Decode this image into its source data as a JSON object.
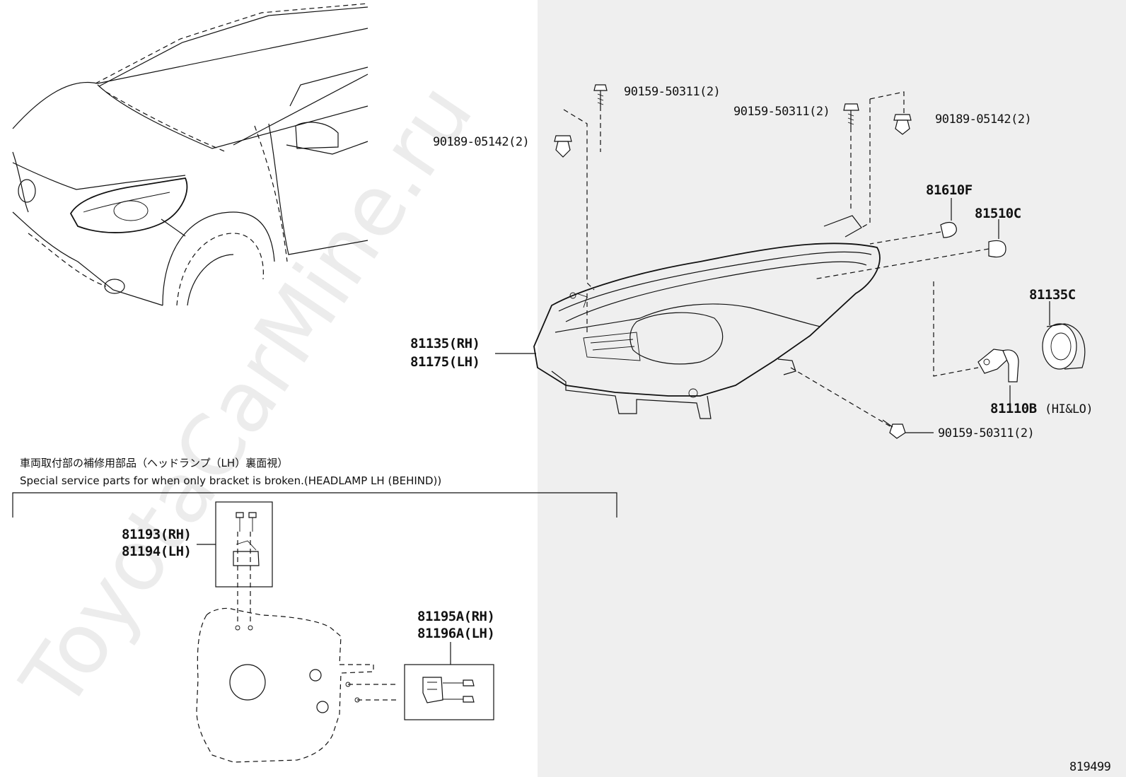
{
  "watermark": "ToyotaCarMine.ru",
  "diagram_id": "819499",
  "note": {
    "japanese": "車両取付部の補修用部品（ヘッドランプ（LH）裏面視）",
    "english": "Special service parts for when only bracket is broken.(HEADLAMP LH (BEHIND))"
  },
  "labels": {
    "bolt_top": "90159-50311(2)",
    "clip_left": "90189-05142(2)",
    "bolt_mid": "90159-50311(2)",
    "clip_right": "90189-05142(2)",
    "bulb_81610f": "81610F",
    "bulb_81510c": "81510C",
    "cap_81135c": "81135C",
    "headlamp_rh": "81135(RH)",
    "headlamp_lh": "81175(LH)",
    "bulb_81110b": "81110B",
    "bulb_81110b_note": "(HI&LO)",
    "bolt_bottom": "90159-50311(2)",
    "bracket_top_rh": "81193(RH)",
    "bracket_top_lh": "81194(LH)",
    "bracket_side_rh": "81195A(RH)",
    "bracket_side_lh": "81196A(LH)"
  },
  "colors": {
    "right_panel_bg": "#efefef",
    "line": "#111111"
  }
}
